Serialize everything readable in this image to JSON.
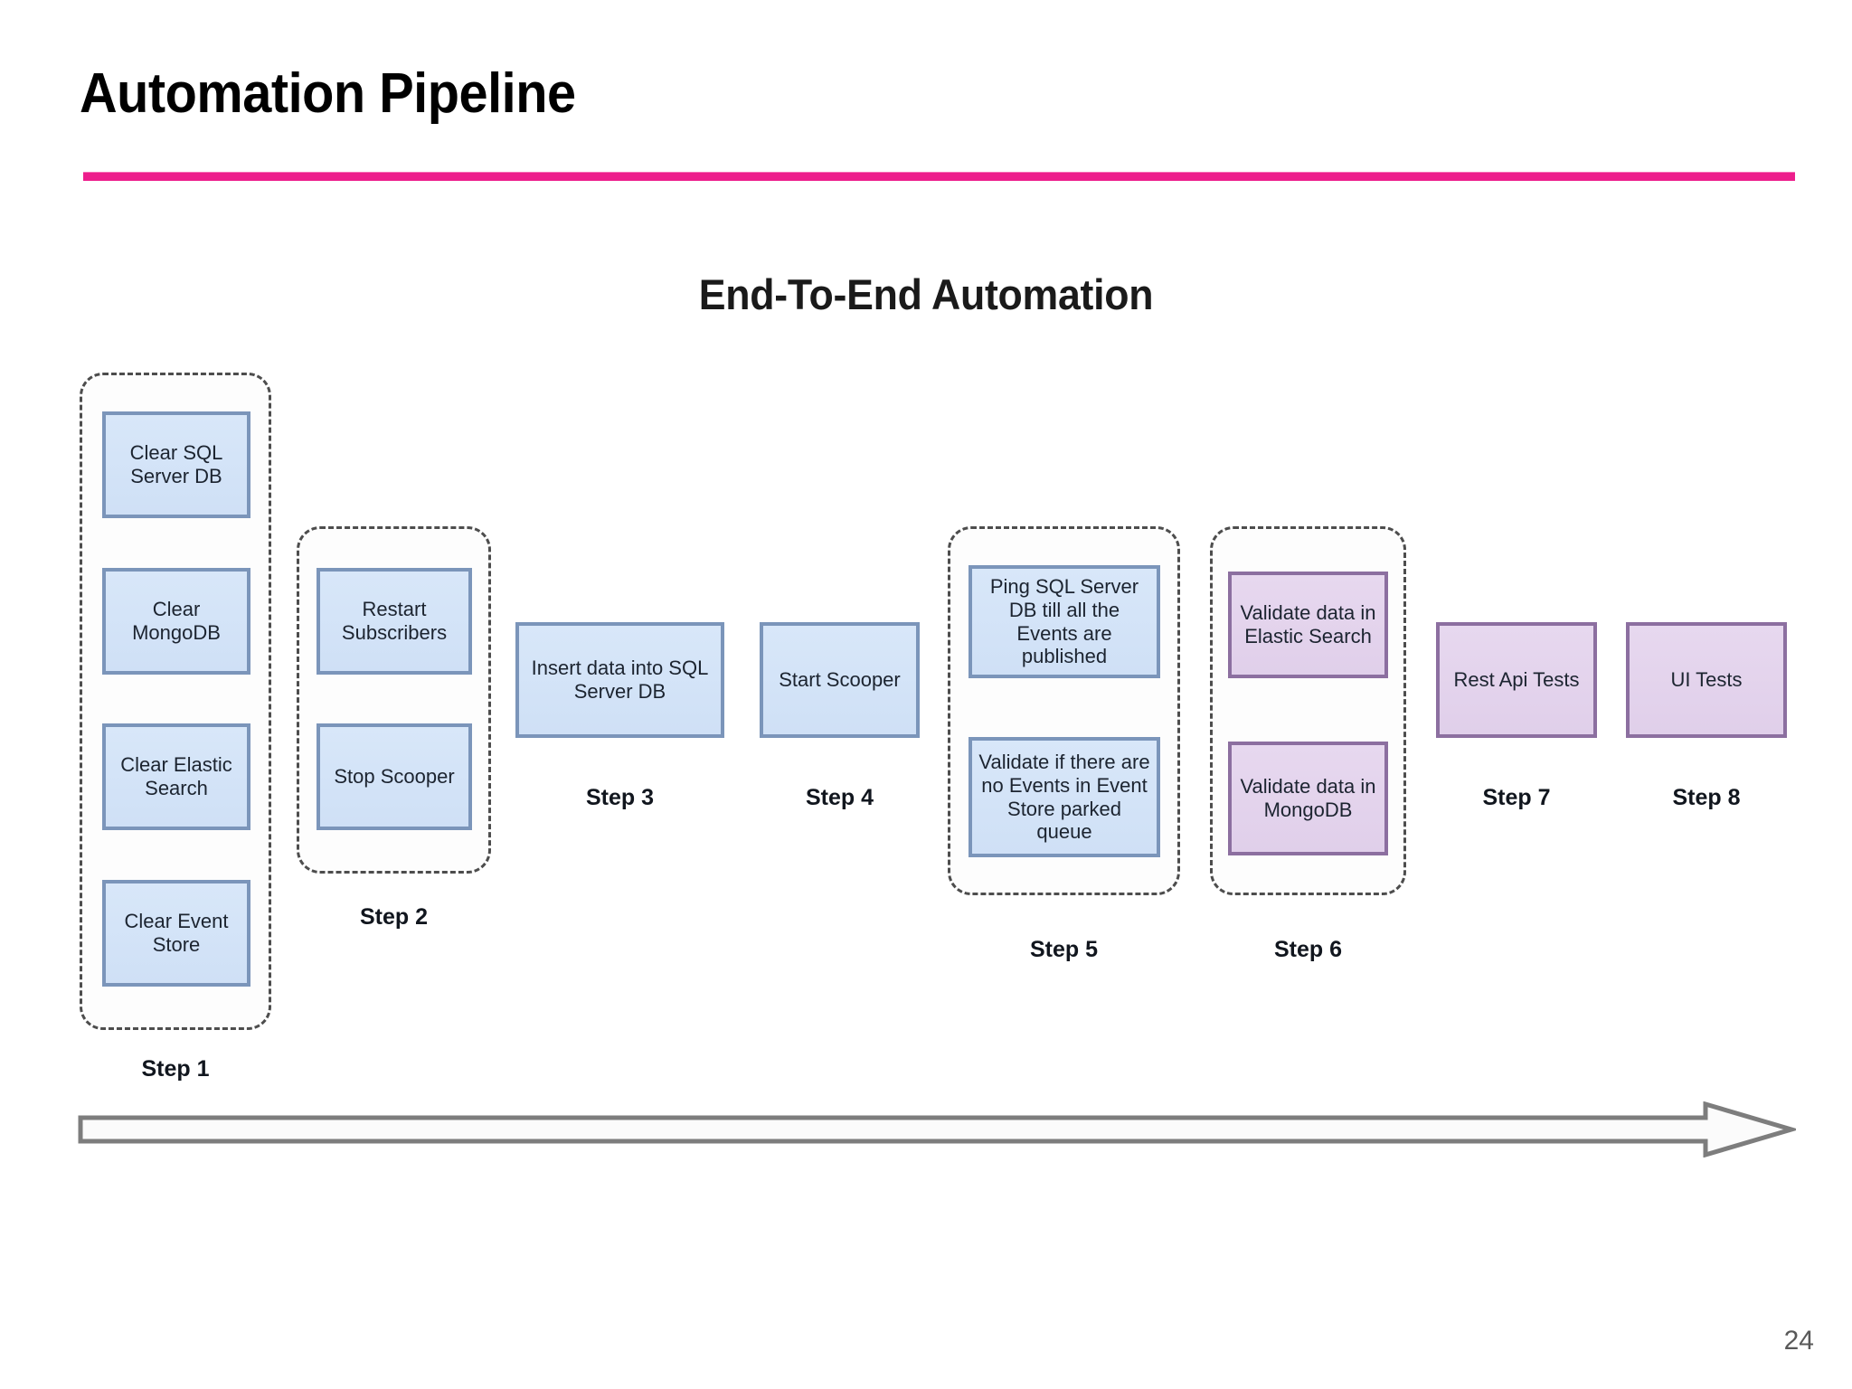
{
  "slide": {
    "title": "Automation Pipeline",
    "page_number": "24",
    "accent_color": "#ED1E8C"
  },
  "diagram": {
    "heading": "End-To-End Automation",
    "colors": {
      "blue_fill": "#D6E5F8",
      "blue_border": "#7B95BA",
      "purple_fill": "#E4D6EC",
      "purple_border": "#8C6FA0",
      "group_dash": "#4D4D4D",
      "arrow_stroke": "#7A7A7A"
    },
    "arrow": {
      "name": "time-flow-arrow",
      "direction": "right"
    },
    "steps": [
      {
        "label": "Step 1",
        "grouped": true,
        "style": "blue",
        "nodes": [
          {
            "text": "Clear SQL Server DB"
          },
          {
            "text": "Clear MongoDB"
          },
          {
            "text": "Clear Elastic Search"
          },
          {
            "text": "Clear Event Store"
          }
        ]
      },
      {
        "label": "Step 2",
        "grouped": true,
        "style": "blue",
        "nodes": [
          {
            "text": "Restart Subscribers"
          },
          {
            "text": "Stop Scooper"
          }
        ]
      },
      {
        "label": "Step 3",
        "grouped": false,
        "style": "blue",
        "nodes": [
          {
            "text": "Insert data into SQL Server DB"
          }
        ]
      },
      {
        "label": "Step 4",
        "grouped": false,
        "style": "blue",
        "nodes": [
          {
            "text": "Start Scooper"
          }
        ]
      },
      {
        "label": "Step 5",
        "grouped": true,
        "style": "blue",
        "nodes": [
          {
            "text": "Ping SQL Server DB till all the Events are published"
          },
          {
            "text": "Validate if there are no Events in Event Store parked queue"
          }
        ]
      },
      {
        "label": "Step 6",
        "grouped": true,
        "style": "purple",
        "nodes": [
          {
            "text": "Validate data in Elastic Search"
          },
          {
            "text": "Validate data in MongoDB"
          }
        ]
      },
      {
        "label": "Step 7",
        "grouped": false,
        "style": "purple",
        "nodes": [
          {
            "text": "Rest Api Tests"
          }
        ]
      },
      {
        "label": "Step 8",
        "grouped": false,
        "style": "purple",
        "nodes": [
          {
            "text": "UI Tests"
          }
        ]
      }
    ]
  }
}
